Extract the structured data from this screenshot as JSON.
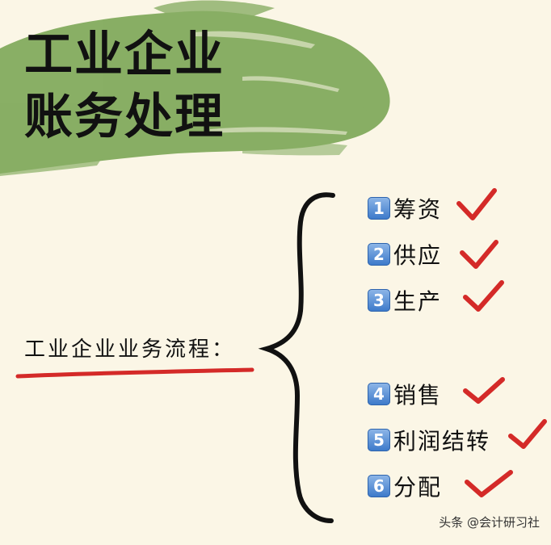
{
  "title": {
    "line1": "工业企业",
    "line2": "账务处理"
  },
  "flow_label": "工业企业业务流程：",
  "items": [
    {
      "number": "1",
      "label": "筹资"
    },
    {
      "number": "2",
      "label": "供应"
    },
    {
      "number": "3",
      "label": "生产"
    },
    {
      "number": "4",
      "label": "销售"
    },
    {
      "number": "5",
      "label": "利润结转"
    },
    {
      "number": "6",
      "label": "分配"
    }
  ],
  "watermark": "头条 @会计研习社",
  "colors": {
    "background": "#fbf6e6",
    "brush": "#7fa85a",
    "check": "#d42a28",
    "underline": "#d42a28",
    "badge": "#3a78c9"
  },
  "icons": [
    "checkmark-icon",
    "brace-icon",
    "brush-stroke"
  ]
}
